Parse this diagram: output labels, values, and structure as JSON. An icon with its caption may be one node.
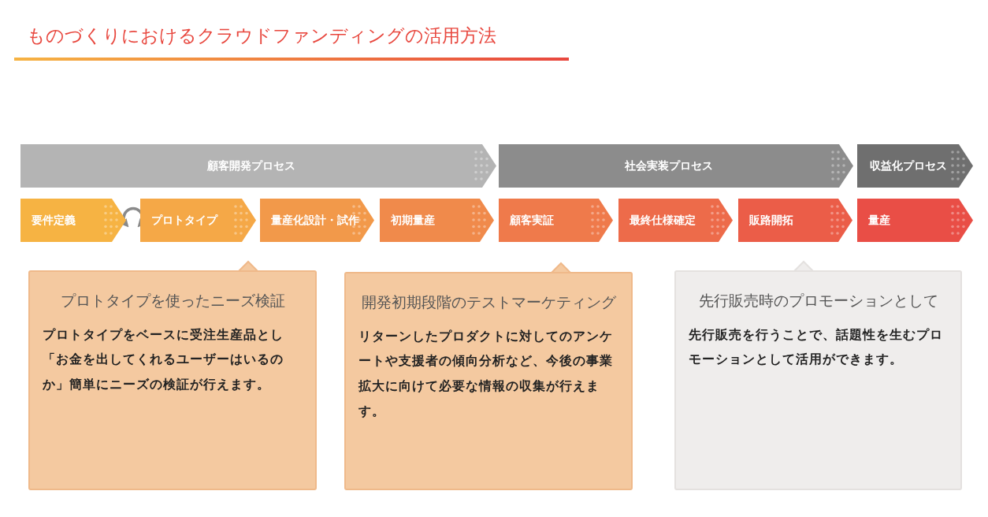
{
  "diagram": {
    "title": "ものづくりにおけるクラウドファンディングの活用方法",
    "nodes": [
      {
        "text": [
          "顧客開発プロセス"
        ]
      },
      {
        "text": [
          "社会実装プロセス"
        ]
      },
      {
        "text": [
          "収益化プロセス"
        ]
      },
      {
        "text": [
          "要件定義"
        ]
      },
      {
        "text": [
          "プロトタイプ"
        ]
      },
      {
        "text": [
          "量産化設計・試作"
        ]
      },
      {
        "text": [
          "初期量産"
        ]
      },
      {
        "text": [
          "顧客実証"
        ]
      },
      {
        "text": [
          "最終仕様確定"
        ]
      },
      {
        "text": [
          "販路開拓"
        ]
      },
      {
        "text": [
          "量産"
        ]
      },
      {
        "text": [
          "プロトタイプを使ったニーズ検証",
          "プロトタイプをベースに受注生産品とし「お金を出してくれるユーザーはいるのか」簡単にニーズの検証が行えます。"
        ]
      },
      {
        "text": [
          "開発初期段階のテストマーケティング",
          "リターンしたプロダクトに対してのアンケートや支援者の傾向分析など、今後の事業拡大に向けて必要な情報の収集が行えます。"
        ]
      },
      {
        "text": [
          "先行販売時のプロモーションとして",
          "先行販売を行うことで、話題性を生むプロモーションとして活用ができます。"
        ]
      }
    ],
    "edges": [
      {
        "from": 3,
        "to": 4,
        "arrow": "both",
        "color": "#8a8a8a"
      }
    ]
  }
}
